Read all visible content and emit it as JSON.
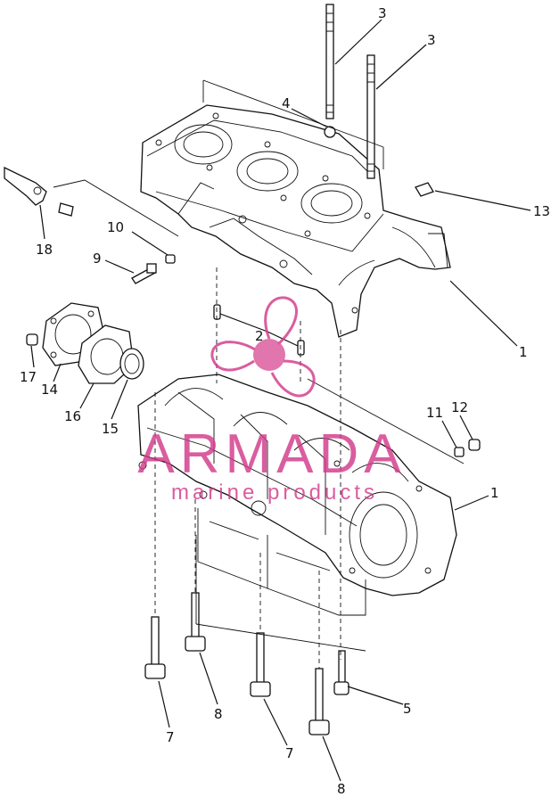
{
  "callouts": {
    "c1_top": "1",
    "c1_bottom": "1",
    "c2": "2",
    "c3_a": "3",
    "c3_b": "3",
    "c4": "4",
    "c5": "5",
    "c7_a": "7",
    "c7_b": "7",
    "c8_a": "8",
    "c8_b": "8",
    "c9": "9",
    "c10": "10",
    "c11": "11",
    "c12": "12",
    "c13": "13",
    "c14": "14",
    "c15": "15",
    "c16": "16",
    "c17": "17",
    "c18": "18"
  },
  "watermark": {
    "brand": "ARMADA",
    "tagline": "marine products",
    "color": "#d33a8a"
  }
}
